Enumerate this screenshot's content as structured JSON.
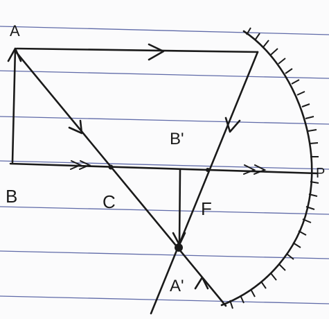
{
  "labels": {
    "object_top": "A",
    "object_base": "B",
    "center": "C",
    "focus": "F",
    "image_top": "A'",
    "image_base": "B'",
    "pole": "P"
  },
  "colors": {
    "ink": "#1a1a1a",
    "paper": "#fbfbfc",
    "rule_lines": "#2b3a8c"
  }
}
